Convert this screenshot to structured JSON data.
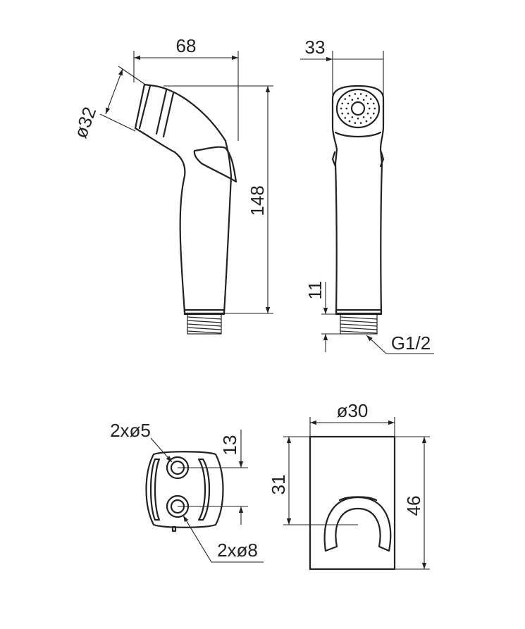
{
  "dimensions": {
    "side_width": "68",
    "head_diameter": "ø32",
    "total_height": "148",
    "front_width": "33",
    "thread_length": "11",
    "thread_spec": "G1/2",
    "small_holes": "2xø5",
    "hole_spacing": "13",
    "large_holes": "2xø8",
    "holder_width": "ø30",
    "holder_height": "46",
    "holder_center": "31"
  },
  "colors": {
    "line": "#222222",
    "background": "#ffffff"
  }
}
